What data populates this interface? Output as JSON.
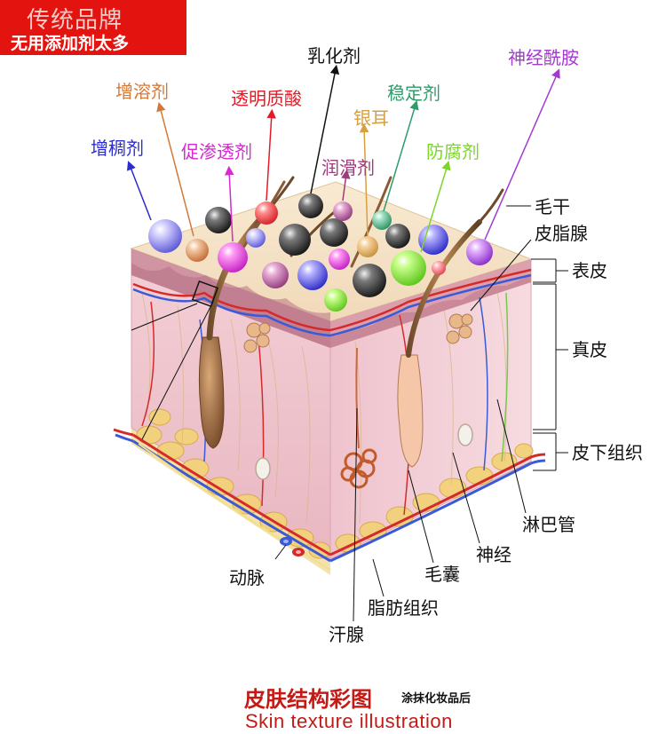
{
  "badge": {
    "line1": "传统品牌",
    "line2": "无用添加剂太多"
  },
  "ingredients": [
    {
      "key": "thickener",
      "label": "增稠剂",
      "color": "#2b2bd0"
    },
    {
      "key": "solubilizer",
      "label": "增溶剂",
      "color": "#d4783a"
    },
    {
      "key": "penetration",
      "label": "促渗透剂",
      "color": "#d42ad0"
    },
    {
      "key": "hyaluronic",
      "label": "透明质酸",
      "color": "#e21b27"
    },
    {
      "key": "emulsifier",
      "label": "乳化剂",
      "color": "#111111"
    },
    {
      "key": "lubricant",
      "label": "润滑剂",
      "color": "#9a3d7a"
    },
    {
      "key": "tremella",
      "label": "银耳",
      "color": "#d9a040"
    },
    {
      "key": "stabilizer",
      "label": "稳定剂",
      "color": "#2f9a6a"
    },
    {
      "key": "preservative",
      "label": "防腐剂",
      "color": "#7bd62a"
    },
    {
      "key": "ceramide",
      "label": "神经酰胺",
      "color": "#a23ad0"
    }
  ],
  "anatomy": {
    "hair_shaft": "毛干",
    "sebaceous_gland": "皮脂腺",
    "epidermis": "表皮",
    "dermis": "真皮",
    "subcutaneous": "皮下组织",
    "lymph": "淋巴管",
    "nerve": "神经",
    "follicle": "毛囊",
    "fat": "脂肪组织",
    "sweat_gland": "汗腺",
    "artery": "动脉"
  },
  "footer": {
    "title_cn": "皮肤结构彩图",
    "subtitle_cn": "涂抹化妆品后",
    "title_en": "Skin texture illustration"
  }
}
